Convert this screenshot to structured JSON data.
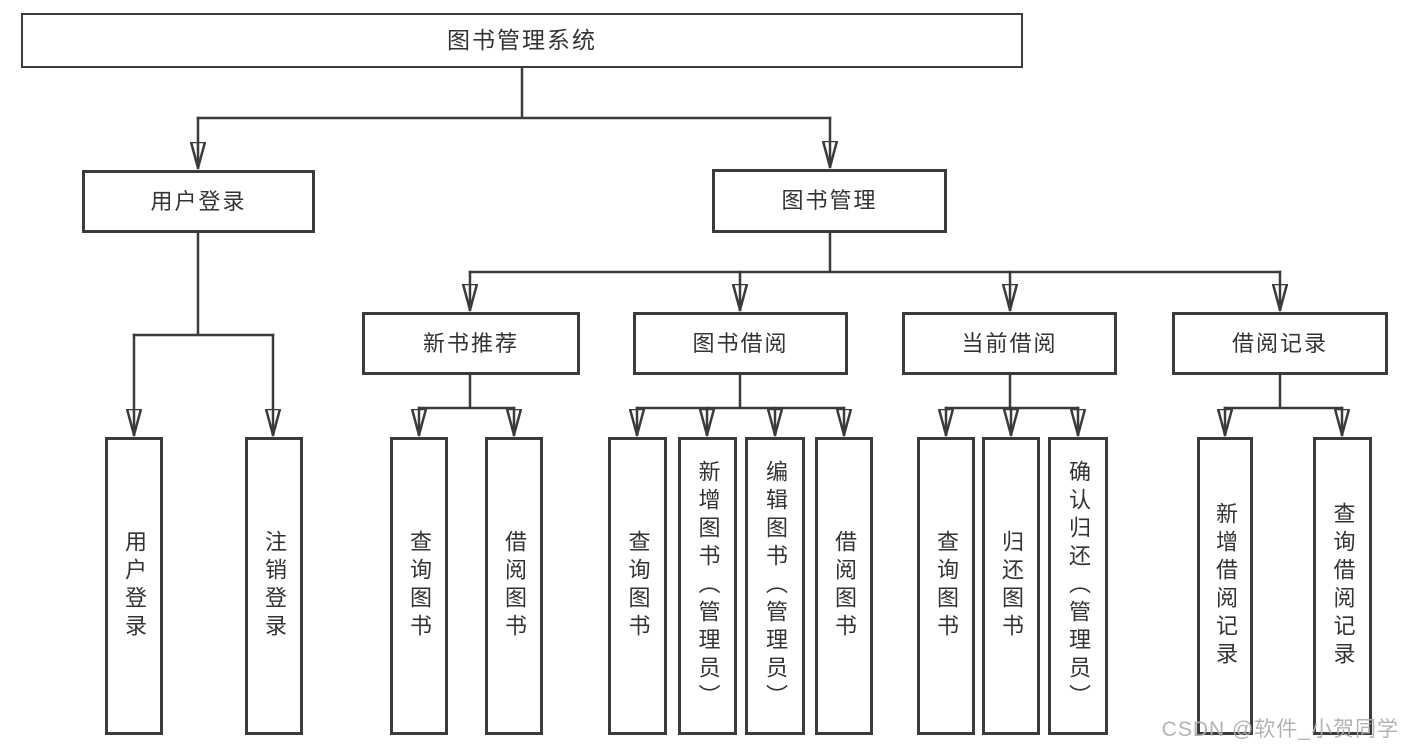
{
  "diagram": {
    "title": "图书管理系统",
    "tree": {
      "label": "图书管理系统",
      "children": [
        {
          "label": "用户登录",
          "children": [
            {
              "label": "用户登录"
            },
            {
              "label": "注销登录"
            }
          ]
        },
        {
          "label": "图书管理",
          "children": [
            {
              "label": "新书推荐",
              "children": [
                {
                  "label": "查询图书"
                },
                {
                  "label": "借阅图书"
                }
              ]
            },
            {
              "label": "图书借阅",
              "children": [
                {
                  "label": "查询图书"
                },
                {
                  "label": "新增图书（管理员）"
                },
                {
                  "label": "编辑图书（管理员）"
                },
                {
                  "label": "借阅图书"
                }
              ]
            },
            {
              "label": "当前借阅",
              "children": [
                {
                  "label": "查询图书"
                },
                {
                  "label": "归还图书"
                },
                {
                  "label": "确认归还（管理员）"
                }
              ]
            },
            {
              "label": "借阅记录",
              "children": [
                {
                  "label": "新增借阅记录"
                },
                {
                  "label": "查询借阅记录"
                }
              ]
            }
          ]
        }
      ]
    },
    "colors": {
      "line": "#3b3b3b",
      "text": "#333333",
      "background": "#ffffff",
      "watermark": "#afafaf"
    }
  },
  "watermark": {
    "text": "CSDN @软件_小贺同学"
  }
}
